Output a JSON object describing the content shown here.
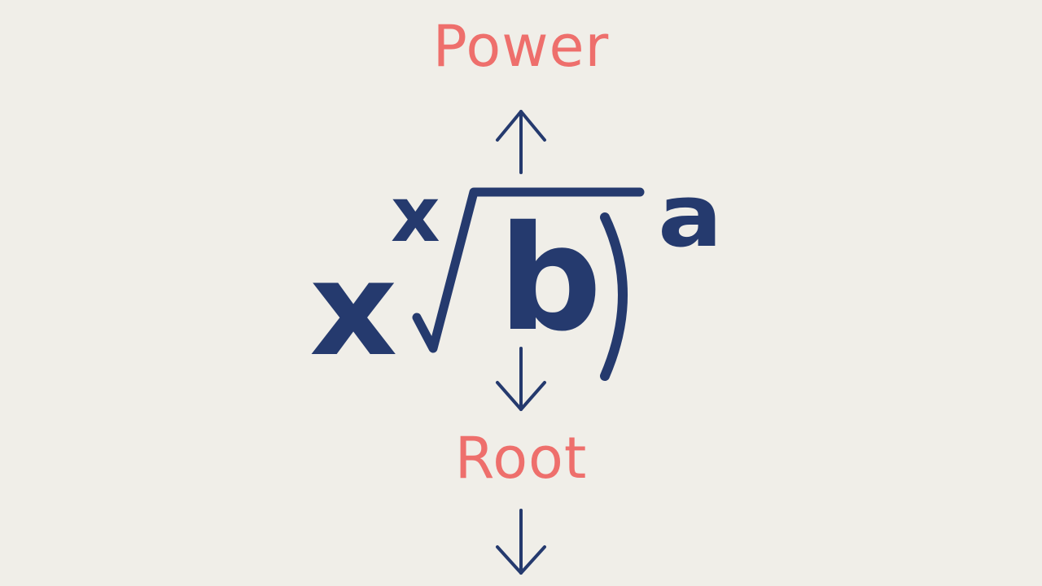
{
  "labels": {
    "top": "Power",
    "bottom": "Root"
  },
  "expression": {
    "base": "x",
    "index": "x",
    "radicand": "b",
    "exponent": "a"
  },
  "colors": {
    "background": "#f0eee8",
    "label": "#ee6f6c",
    "expression": "#253a6e",
    "arrow": "#253a6e"
  },
  "icons": {
    "up_arrow": "arrow-up",
    "down_arrow": "arrow-down",
    "radical": "square-root-sign",
    "bracket": "closing-parenthesis"
  }
}
